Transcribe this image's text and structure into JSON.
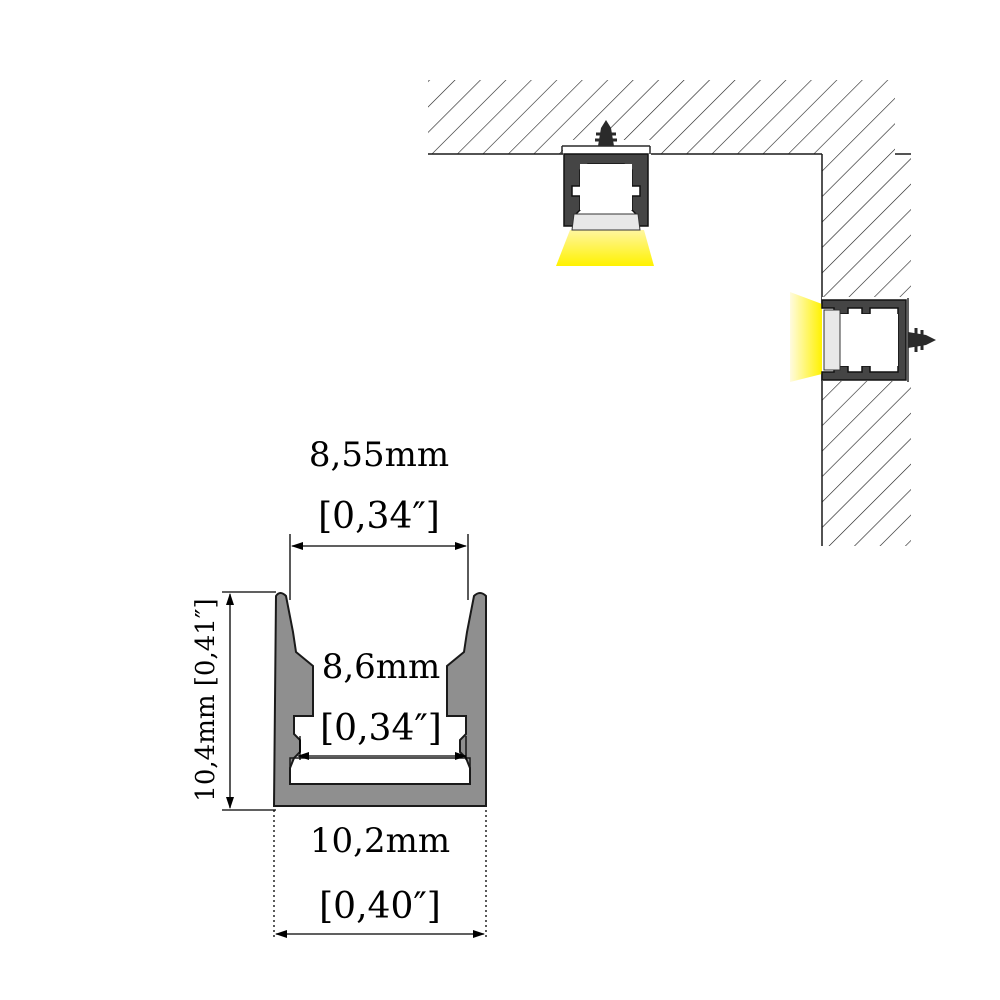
{
  "dimensions": {
    "top_opening_mm": "8,55mm",
    "top_opening_in": "[0,34″]",
    "inner_width_mm": "8,6mm",
    "inner_width_in": "[0,34″]",
    "outer_width_mm": "10,2mm",
    "outer_width_in": "[0,40″]",
    "height_label": "10,4mm [0,41″]"
  },
  "colors": {
    "profile_fill": "#8f8f8f",
    "profile_stroke": "#1a1a1a",
    "light": "#fff200",
    "hatch": "#1a1a1a",
    "diffuser": "#e8e8e8"
  },
  "icons": {
    "mounting_spring": "spring-clip-icon",
    "light_beam": "light-beam-icon"
  }
}
